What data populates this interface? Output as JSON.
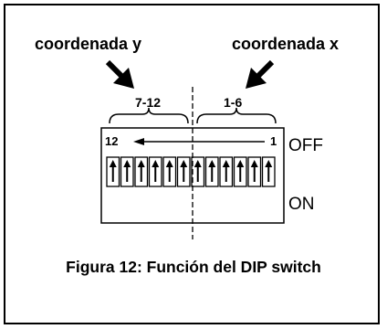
{
  "labels": {
    "y_coordinate": "coordenada y",
    "x_coordinate": "coordenada x",
    "y_range": "7-12",
    "x_range": "1-6",
    "off": "OFF",
    "on": "ON",
    "switch_high": "12",
    "switch_low": "1"
  },
  "switches": {
    "count": 12,
    "state": "OFF"
  },
  "caption": "Figura 12: Función del DIP switch",
  "colors": {
    "ink": "#000000",
    "paper": "#ffffff"
  }
}
